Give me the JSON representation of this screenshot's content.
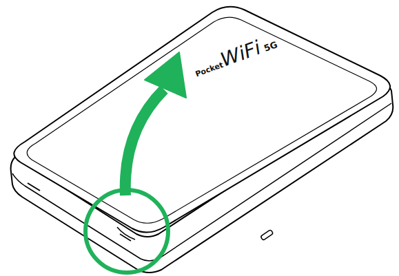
{
  "diagram": {
    "labels": [
      "Pocket",
      "WiFi",
      "5G"
    ]
  }
}
